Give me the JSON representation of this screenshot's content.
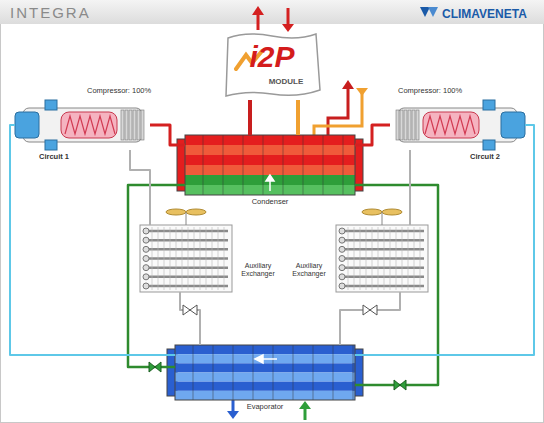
{
  "diagram": {
    "title": "INTEGRA",
    "nodes": [
      {
        "text": [
          "i2P",
          "MODULE"
        ]
      },
      {
        "text": [
          "Compressor: 100%",
          "Circuit 1"
        ]
      },
      {
        "text": [
          "Compressor: 100%",
          "Circuit 2"
        ]
      },
      {
        "text": [
          "Condenser"
        ]
      },
      {
        "text": [
          "Auxiliary Exchanger"
        ]
      },
      {
        "text": [
          "Auxiliary Exchanger"
        ]
      },
      {
        "text": [
          "Evaporator"
        ]
      }
    ],
    "edges": [
      {
        "from": 1,
        "to": 3,
        "arrow": "none"
      },
      {
        "from": 2,
        "to": 3,
        "arrow": "none"
      },
      {
        "from": 3,
        "to": 0,
        "arrow": "none"
      },
      {
        "from": 3,
        "to": 0,
        "arrow": "none"
      },
      {
        "from": 3,
        "to": 6,
        "arrow": "none"
      },
      {
        "from": 3,
        "to": 6,
        "arrow": "none"
      },
      {
        "from": 4,
        "to": 6,
        "arrow": "none"
      },
      {
        "from": 5,
        "to": 6,
        "arrow": "none"
      },
      {
        "from": 6,
        "to": 1,
        "arrow": "none"
      },
      {
        "from": 6,
        "to": 2,
        "arrow": "none"
      },
      {
        "from": 1,
        "to": 4,
        "arrow": "none"
      },
      {
        "from": 2,
        "to": 5,
        "arrow": "none"
      }
    ],
    "labels": [
      "CLIMAVENETA"
    ]
  }
}
